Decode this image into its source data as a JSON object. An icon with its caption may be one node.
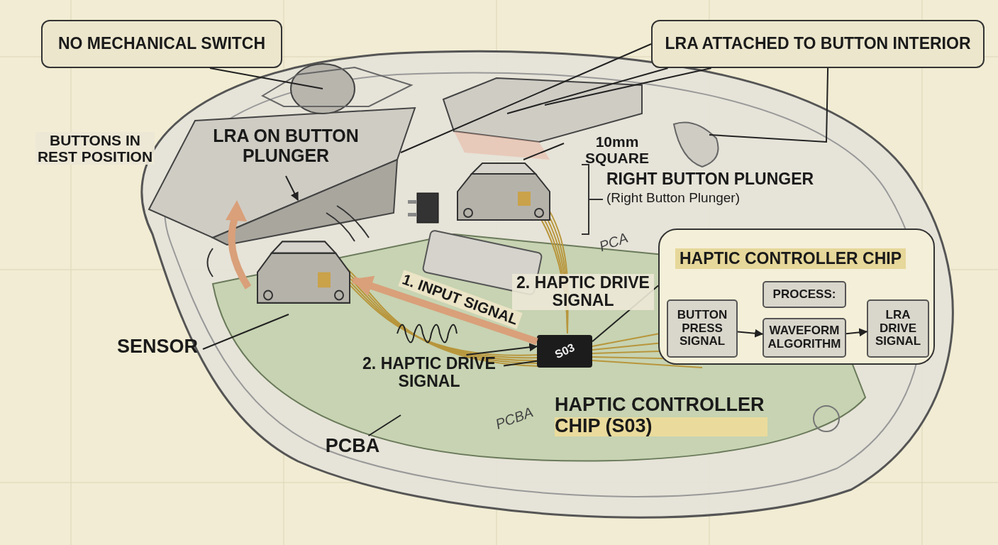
{
  "diagram": {
    "nodes": [
      {
        "text": [
          "NO MECHANICAL SWITCH"
        ]
      },
      {
        "text": [
          "LRA ATTACHED TO BUTTON INTERIOR"
        ]
      },
      {
        "text": [
          "LRA ON BUTTON PLUNGER"
        ]
      },
      {
        "text": [
          "10mm SQUARE"
        ]
      },
      {
        "text": [
          "RIGHT BUTTON PLUNGER",
          "(Right Button Plunger)"
        ]
      },
      {
        "text": [],
        "shape": "picture"
      },
      {
        "text": [],
        "shape": "picture"
      },
      {
        "text": [
          "HAPTIC CONTROLLER CHIP"
        ]
      },
      {
        "text": [
          "PROCESS:"
        ],
        "in": 7
      },
      {
        "text": [
          "BUTTON PRESS SIGNAL"
        ],
        "in": 7
      },
      {
        "text": [
          "WAVEFORM ALGORITHM"
        ],
        "in": 7
      },
      {
        "text": [
          "LRA DRIVE SIGNAL"
        ],
        "in": 7
      },
      {
        "text": [
          "SENSOR"
        ]
      },
      {
        "text": [
          "2. HAPTIC DRIVE SIGNAL"
        ]
      },
      {
        "text": [
          "S03"
        ]
      },
      {
        "text": [
          "PCBA"
        ]
      }
    ],
    "edges": [
      {
        "from": 0,
        "to": null,
        "arrow": "none"
      },
      {
        "from": 1,
        "to": null,
        "arrow": "none"
      },
      {
        "from": 1,
        "to": null,
        "arrow": "none"
      },
      {
        "from": 1,
        "to": null,
        "arrow": "none"
      },
      {
        "from": 1,
        "to": null,
        "arrow": "none"
      },
      {
        "from": 2,
        "to": null,
        "arrow": "to"
      },
      {
        "from": 3,
        "to": 5,
        "arrow": "none"
      },
      {
        "from": 14,
        "to": 6,
        "arrow": "to",
        "label": "1. INPUT SIGNAL",
        "style": "thick",
        "color": "#d9a07a"
      },
      {
        "from": 13,
        "to": 14,
        "arrow": "to"
      },
      {
        "from": 13,
        "to": 14,
        "arrow": "none"
      },
      {
        "from": 12,
        "to": 6,
        "arrow": "none"
      },
      {
        "from": 15,
        "to": null,
        "arrow": "none"
      },
      {
        "from": 7,
        "to": 14,
        "arrow": "none"
      },
      {
        "from": 9,
        "to": 10,
        "arrow": "to"
      },
      {
        "from": 10,
        "to": 11,
        "arrow": "to"
      }
    ],
    "labels": [
      "BUTTONS IN REST POSITION",
      "PCA",
      "2. HAPTIC DRIVE SIGNAL",
      "HAPTIC CONTROLLER CHIP (S03)",
      "PCBA"
    ]
  }
}
